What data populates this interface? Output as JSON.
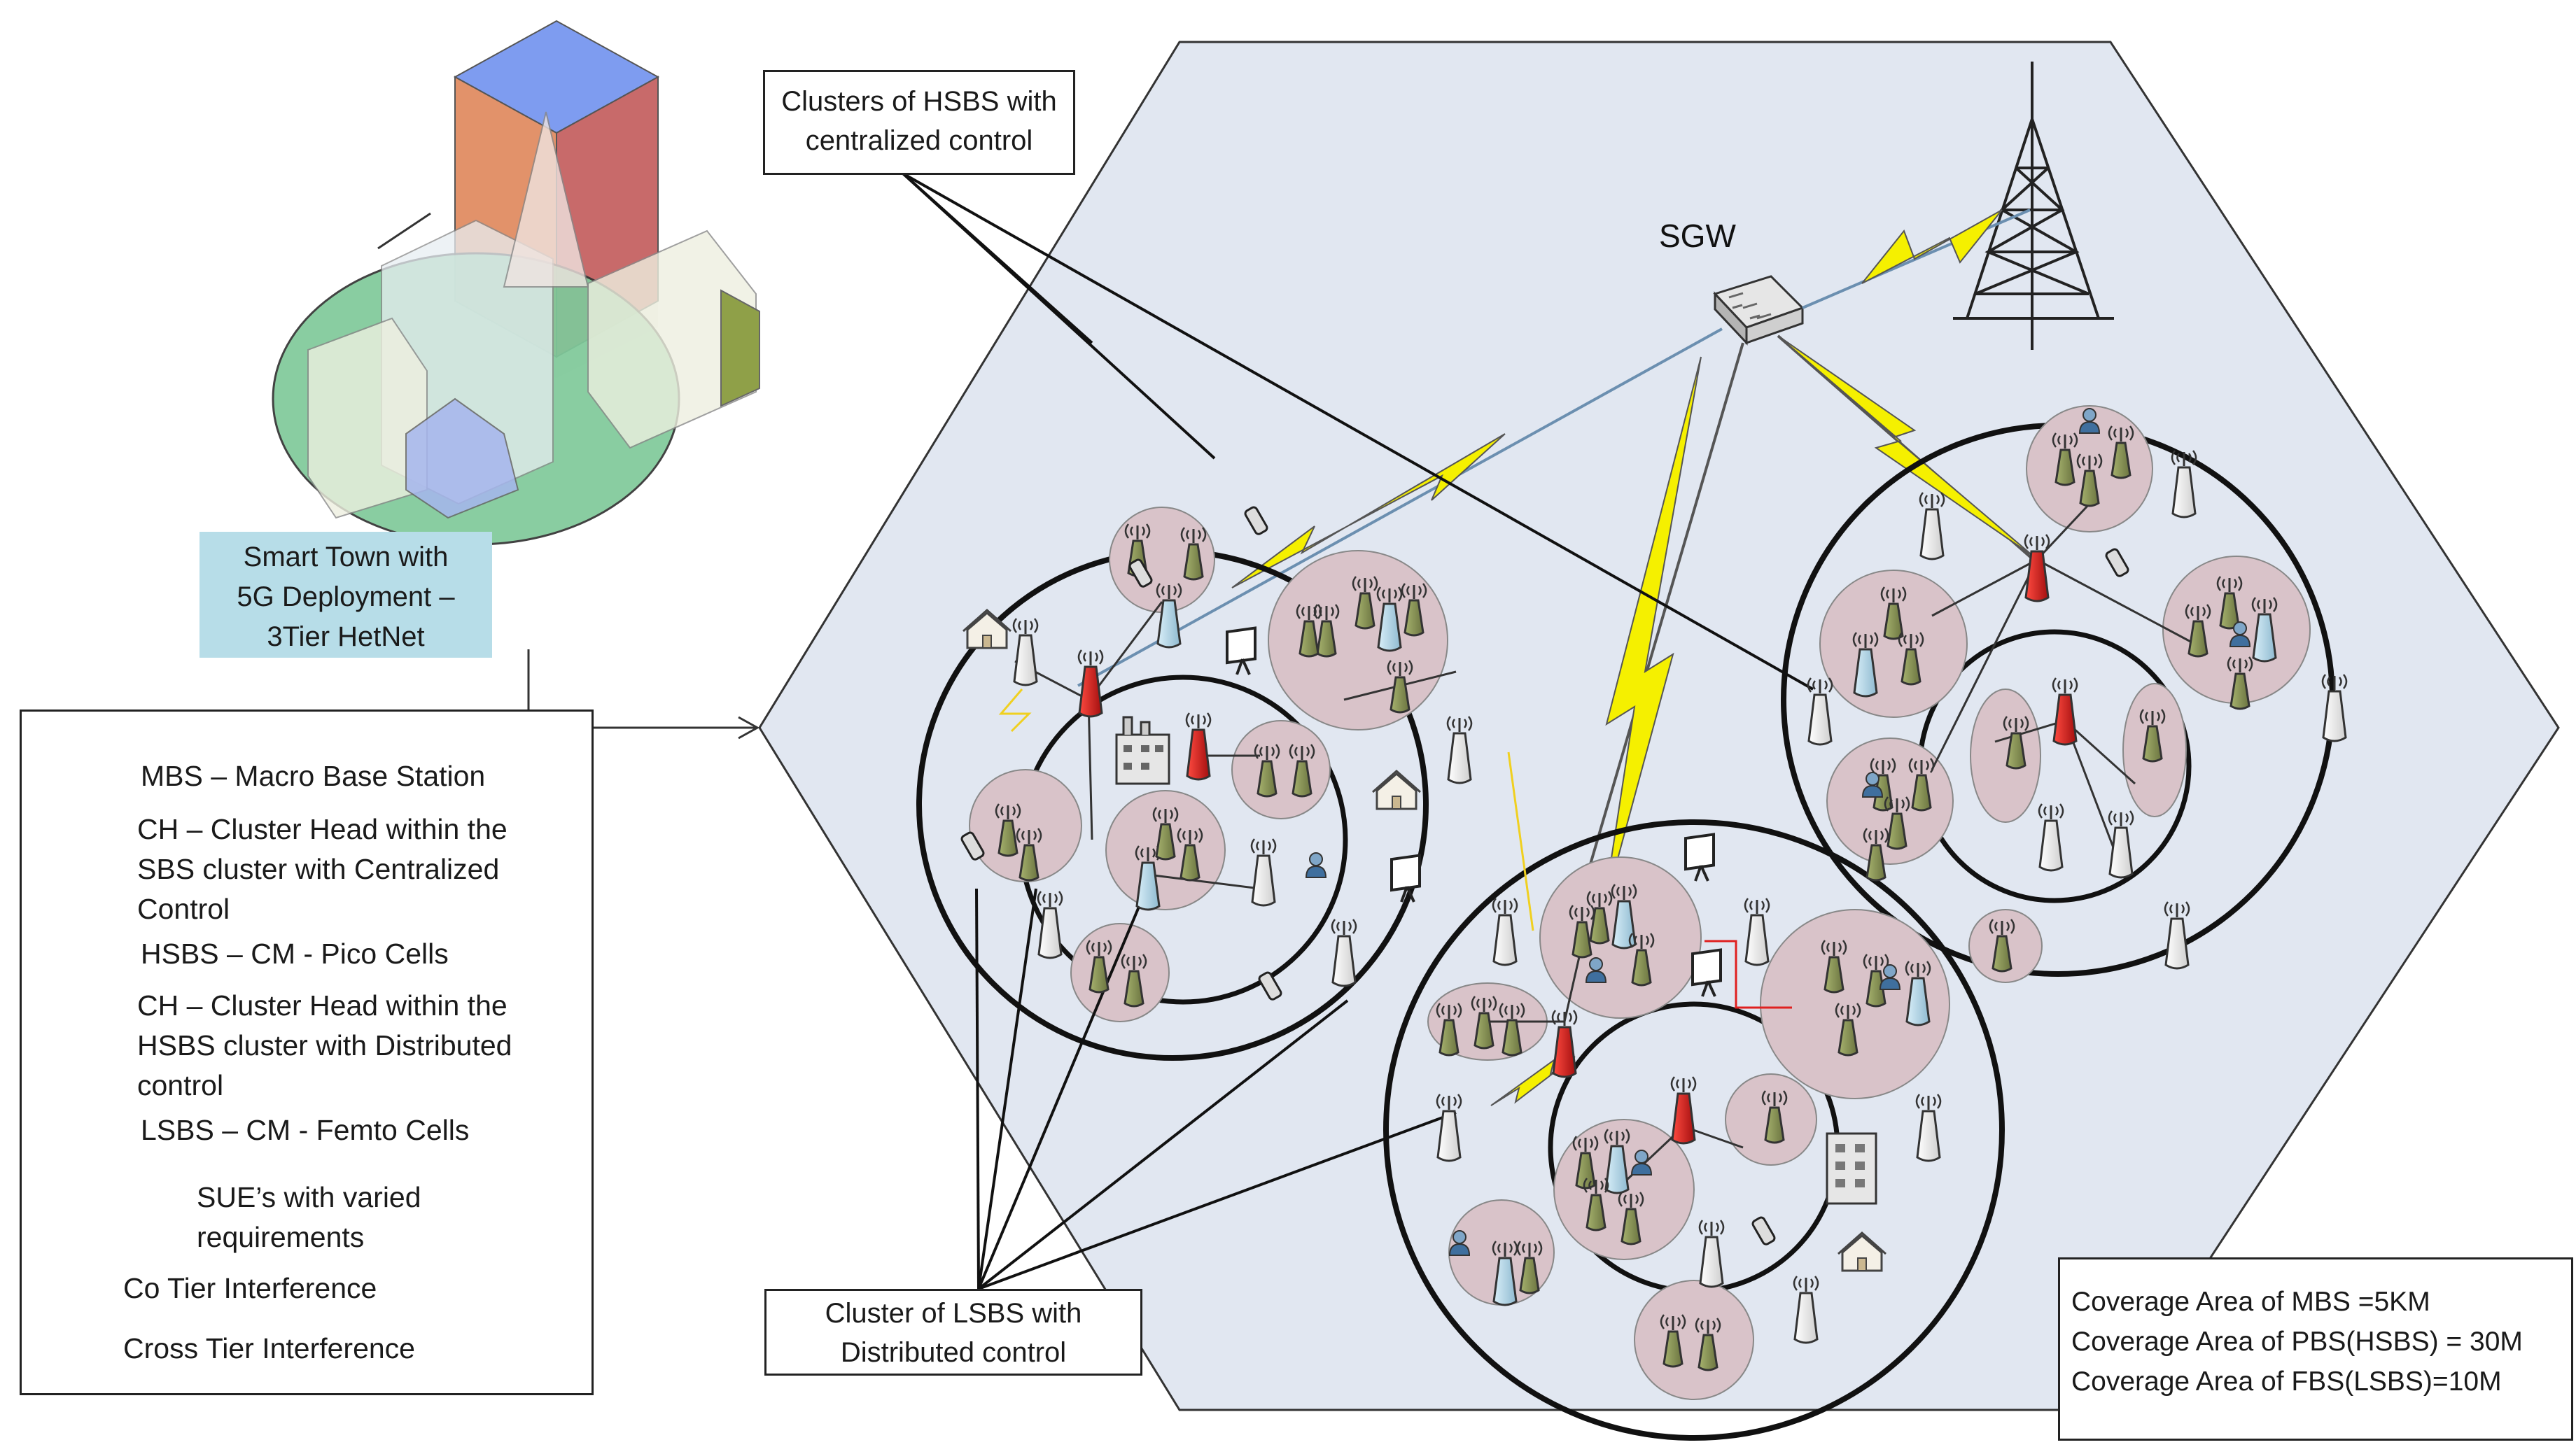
{
  "callouts": {
    "hsbs_clusters": [
      "Clusters of HSBS with",
      "centralized control"
    ],
    "lsbs_clusters": [
      "Cluster of LSBS with",
      "Distributed control"
    ],
    "smart_town": [
      "Smart Town with",
      "5G Deployment –",
      "3Tier HetNet"
    ]
  },
  "gateway": {
    "label": "SGW"
  },
  "legend": {
    "mbs": "MBS – Macro Base Station",
    "ch_central": [
      "CH – Cluster Head within the",
      "SBS cluster with Centralized",
      "Control"
    ],
    "hsbs": "HSBS – CM - Pico Cells",
    "ch_distributed": [
      "CH – Cluster Head within the",
      "HSBS cluster with Distributed",
      "control"
    ],
    "lsbs": "LSBS – CM - Femto Cells",
    "sue": [
      "SUE’s with varied",
      "requirements"
    ],
    "co_tier": "Co Tier Interference",
    "cross_tier": "Cross Tier Interference"
  },
  "coverage": [
    "Coverage Area of MBS =5KM",
    "Coverage Area of PBS(HSBS) = 30M",
    "Coverage Area of FBS(LSBS)=10M"
  ],
  "colors": {
    "hexagon_fill": "#e1e7f1",
    "cluster_fill": "#d9c3c9",
    "ch_central": "#d8211e",
    "hsbs": "#f6f6f4",
    "ch_distributed": "#b7d7e6",
    "lsbs": "#8e9a5c",
    "co_tier_line": "#e02020",
    "cross_tier_line": "#f0e030",
    "lightning": "#f5f000",
    "town_label_bg": "#b7dde8"
  }
}
